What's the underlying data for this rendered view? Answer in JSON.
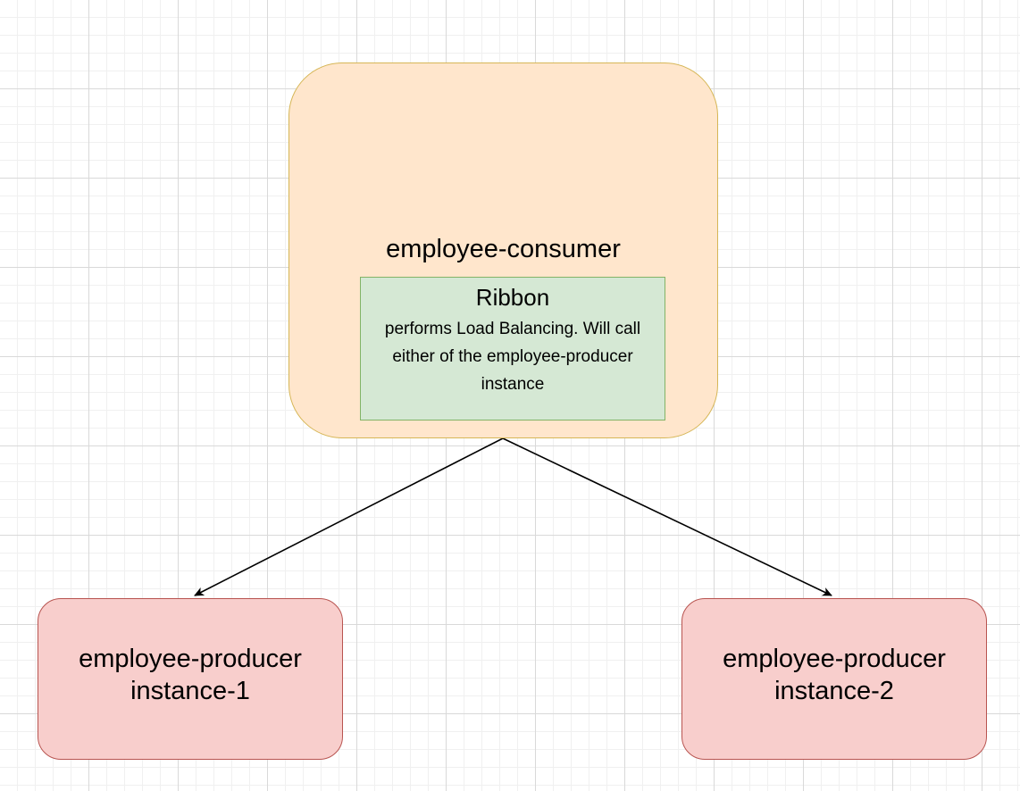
{
  "colors": {
    "consumer_fill": "#ffe6cc",
    "consumer_stroke": "#d6b656",
    "ribbon_fill": "#d5e8d4",
    "ribbon_stroke": "#82b366",
    "producer_fill": "#f8cecc",
    "producer_stroke": "#b85450",
    "edge": "#000000"
  },
  "consumer": {
    "label": "employee-consumer",
    "ribbon": {
      "title": "Ribbon",
      "description": "performs Load Balancing. Will call either of the employee-producer instance"
    }
  },
  "producers": [
    {
      "name": "employee-producer",
      "instance": "instance-1"
    },
    {
      "name": "employee-producer",
      "instance": "instance-2"
    }
  ],
  "edges": [
    {
      "from": "consumer",
      "to": "producers.0"
    },
    {
      "from": "consumer",
      "to": "producers.1"
    }
  ]
}
